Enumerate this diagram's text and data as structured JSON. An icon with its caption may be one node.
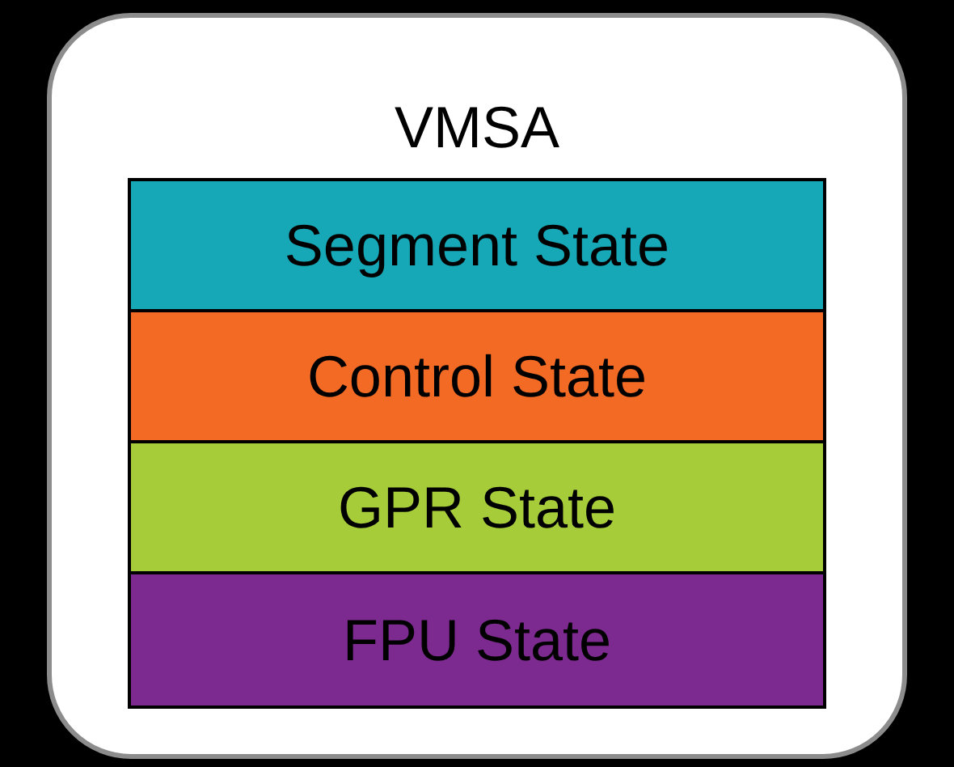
{
  "diagram": {
    "nodes": [
      {
        "text": [
          "VMSA"
        ]
      },
      {
        "text": [
          "Segment State"
        ],
        "in": 0
      },
      {
        "text": [
          "Control State"
        ],
        "in": 0
      },
      {
        "text": [
          "GPR State"
        ],
        "in": 0
      },
      {
        "text": [
          "FPU State"
        ],
        "in": 0
      }
    ]
  }
}
